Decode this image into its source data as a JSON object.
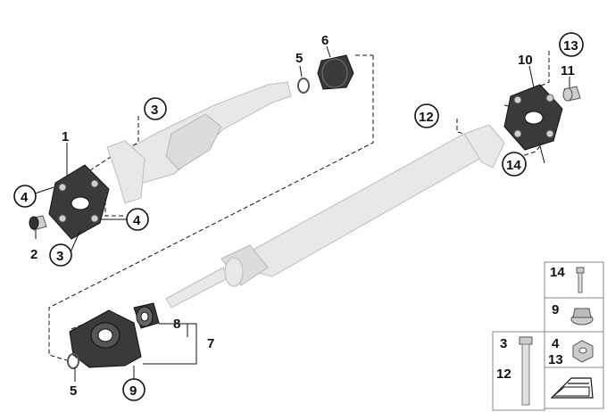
{
  "callouts": {
    "c1": "1",
    "c2": "2",
    "c3a": "3",
    "c3b": "3",
    "c4a": "4",
    "c4b": "4",
    "c5a": "5",
    "c5b": "5",
    "c6": "6",
    "c7": "7",
    "c8": "8",
    "c9": "9",
    "c10": "10",
    "c11": "11",
    "c12": "12",
    "c13": "13",
    "c14": "14"
  },
  "legend": {
    "b14": "14",
    "b9": "9",
    "b3": "3",
    "b12": "12",
    "b4": "4",
    "b13": "13"
  },
  "colors": {
    "shaft": "#e8e8e8",
    "rubber": "#3a3a3a",
    "line": "#111111"
  }
}
